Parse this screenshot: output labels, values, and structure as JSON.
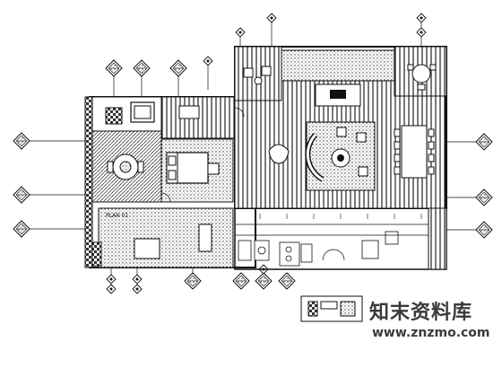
{
  "drawing": {
    "type": "architectural-floor-plan",
    "annotation_tag": "PLAN 01"
  },
  "watermark": {
    "text": "知末资料库",
    "url": "www.znzmo.com"
  }
}
